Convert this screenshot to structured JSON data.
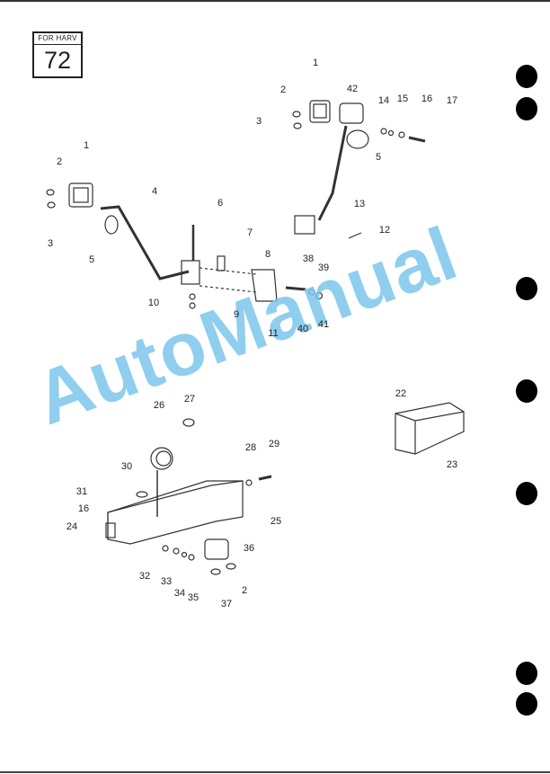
{
  "header": {
    "section": "FOR HARV",
    "page_number": "72"
  },
  "watermark": "AutoManual",
  "callouts": [
    "1",
    "2",
    "3",
    "42",
    "14",
    "15",
    "16",
    "17",
    "5",
    "1",
    "2",
    "3",
    "4",
    "6",
    "5",
    "7",
    "8",
    "13",
    "12",
    "38",
    "39",
    "10",
    "9",
    "11",
    "40",
    "41",
    "22",
    "23",
    "26",
    "27",
    "28",
    "29",
    "30",
    "31",
    "16",
    "24",
    "25",
    "36",
    "32",
    "33",
    "34",
    "35",
    "2",
    "37"
  ]
}
